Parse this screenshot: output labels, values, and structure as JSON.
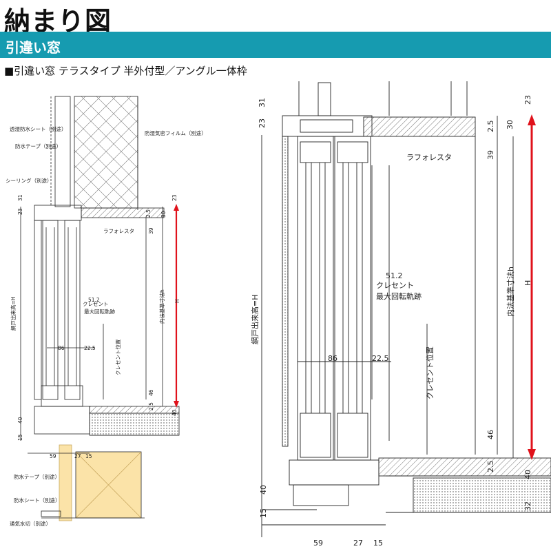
{
  "header": {
    "title": "納まり図",
    "section": "引違い窓",
    "subtitle": "■引違い窓 テラスタイプ 半外付型／アングル一体枠"
  },
  "left_labels": {
    "sheet": "透湿防水シート（別途）",
    "tape": "防水テープ（別途）",
    "sealing": "シーリング（別途）",
    "film": "防湿気密フィルム（別途）",
    "board": "ラフォレスタ",
    "tape2": "防水テープ（別途）",
    "sheet2": "防水シート（別途）",
    "vent": "通気水切（別途）",
    "height": "網戸出来高=H",
    "crescent": "クレセント",
    "crescent_track": "最大回転軌跡",
    "crescent_pos": "クレセント位置",
    "inner": "内法基準寸法h",
    "H": "H"
  },
  "left_dims": {
    "d31": "31",
    "d23a": "23",
    "d23b": "23",
    "d2_5a": "2.5",
    "d30": "30",
    "d39": "39",
    "d51_2": "51.2",
    "d86": "86",
    "d22_5": "22.5",
    "d46": "46",
    "d2_5b": "2.5",
    "d40a": "40",
    "d40b": "40",
    "d15": "15",
    "d59": "59",
    "d27": "27",
    "d15b": "15"
  },
  "right_labels": {
    "board": "ラフォレスタ",
    "height": "網戸出来高=H",
    "crescent": "クレセント",
    "crescent_track": "最大回転軌跡",
    "crescent_pos": "クレセント位置",
    "inner": "内法基準寸法h",
    "H": "H"
  },
  "right_dims": {
    "d31": "31",
    "d23a": "23",
    "d23b": "23",
    "d2_5a": "2.5",
    "d30": "30",
    "d39": "39",
    "d51_2": "51.2",
    "d86": "86",
    "d22_5": "22.5",
    "d46": "46",
    "d2_5b": "2.5",
    "d40a": "40",
    "d40b": "40",
    "d15": "15",
    "d32": "32",
    "d59": "59",
    "d27": "27",
    "d15b": "15"
  },
  "colors": {
    "bar": "#169bb0",
    "arrow": "#e0121b",
    "insulation": "#fbe3a8"
  }
}
